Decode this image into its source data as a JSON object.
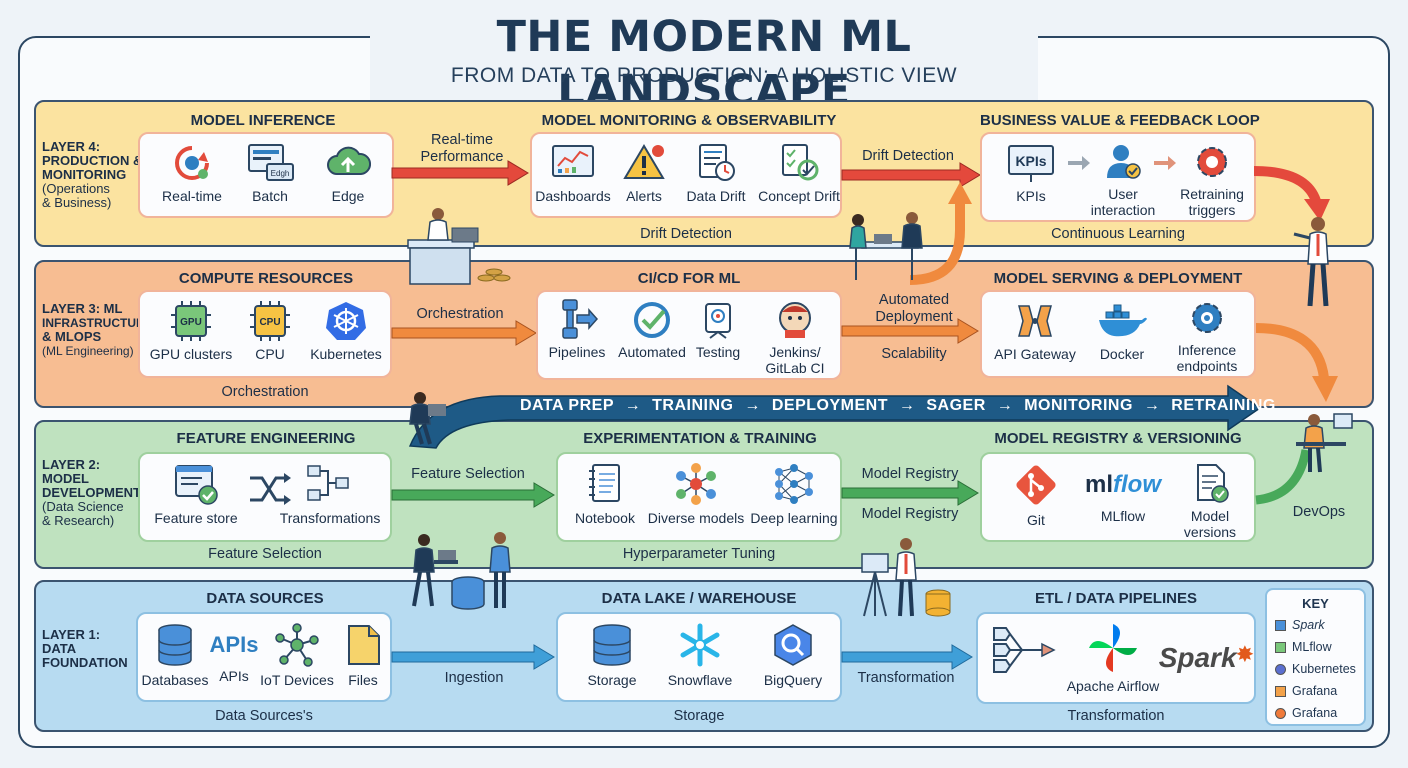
{
  "title": "THE MODERN ML LANDSCAPE",
  "subtitle": "FROM DATA TO PRODUCTION: A HOLISTIC VIEW",
  "layers": {
    "l4": {
      "label": "LAYER 4:",
      "label_lines": [
        "PRODUCTION &",
        "MONITORING"
      ],
      "sub_lines": [
        "(Operations",
        "& Business)"
      ],
      "sections": {
        "inference": {
          "title": "MODEL INFERENCE",
          "items": [
            "Real-time",
            "Batch",
            "Edge"
          ]
        },
        "monitoring": {
          "title": "MODEL MONITORING & OBSERVABILITY",
          "items": [
            "Dashboards",
            "Alerts",
            "Data Drift",
            "Concept Drift"
          ]
        },
        "business": {
          "title": "BUSINESS VALUE & FEEDBACK LOOP",
          "items": [
            "KPIs",
            "User",
            "interaction",
            "Retraining",
            "triggers"
          ],
          "kpi_icon_text": "KPIs"
        }
      },
      "batch_icon_text": "Edgh",
      "arrows": {
        "a1": "Real-time",
        "a1b": "Performance",
        "a2": "Drift Detection"
      },
      "below": {
        "b1": "Drift Detection",
        "b2": "Continuous Learning"
      }
    },
    "l3": {
      "label": "LAYER 3: ML",
      "label_lines": [
        "INFRASTRUCTURE",
        "& MLOPS"
      ],
      "sub_lines": [
        "(ML Engineering)"
      ],
      "sections": {
        "compute": {
          "title": "COMPUTE RESOURCES",
          "items": [
            "GPU clusters",
            "CPU",
            "Kubernetes"
          ],
          "chip1": "GPU",
          "chip2": "CPU"
        },
        "cicd": {
          "title": "CI/CD FOR ML",
          "items": [
            "Pipelines",
            "Automated",
            "Testing",
            "Jenkins/",
            "GitLab CI"
          ]
        },
        "serving": {
          "title": "MODEL SERVING & DEPLOYMENT",
          "items": [
            "API Gateway",
            "Docker",
            "Inference",
            "endpoints"
          ]
        }
      },
      "arrows": {
        "a1": "Orchestration",
        "a2": "Automated",
        "a2b": "Deployment",
        "a3": "Scalability"
      },
      "below": {
        "b1": "Orchestration"
      }
    },
    "l2": {
      "label": "LAYER 2:",
      "label_lines": [
        "MODEL",
        "DEVELOPMENT"
      ],
      "sub_lines": [
        "(Data Science",
        "& Research)"
      ],
      "sections": {
        "feature": {
          "title": "FEATURE ENGINEERING",
          "items": [
            "Feature store",
            "Transformations"
          ]
        },
        "experiment": {
          "title": "EXPERIMENTATION & TRAINING",
          "items": [
            "Notebook",
            "Diverse models",
            "Deep learning"
          ]
        },
        "registry": {
          "title": "MODEL REGISTRY & VERSIONING",
          "items": [
            "Git",
            "MLflow",
            "Model",
            "versions"
          ],
          "logo_ml": "ml",
          "logo_flow": "flow"
        }
      },
      "arrows": {
        "a1": "Feature Selection",
        "a2": "Model Registry",
        "a2b": "Model Registry",
        "a3": "DevOps"
      },
      "below": {
        "b1": "Feature Selection",
        "b2": "Hyperparameter Tuning"
      }
    },
    "l1": {
      "label": "LAYER 1:",
      "label_lines": [
        "DATA",
        "FOUNDATION"
      ],
      "sections": {
        "sources": {
          "title": "DATA SOURCES",
          "items": [
            "Databases",
            "APIs",
            "IoT Devices",
            "Files"
          ],
          "apis_icon_text": "APIs"
        },
        "lake": {
          "title": "DATA LAKE / WAREHOUSE",
          "items": [
            "Storage",
            "Snowflave",
            "BigQuery"
          ]
        },
        "etl": {
          "title": "ETL / DATA PIPELINES",
          "items": [
            "Apache Airflow"
          ],
          "spark_logo": "Spark"
        }
      },
      "arrows": {
        "a1": "Ingestion",
        "a2": "Transformation"
      },
      "below": {
        "b1": "Data Sources's",
        "b2": "Storage",
        "b3": "Transformation"
      }
    }
  },
  "pipeline": {
    "steps": [
      "DATA PREP",
      "→",
      "TRAINING",
      "→",
      "DEPLOYMENT",
      "→",
      "SAGER",
      "→",
      "MONITORING",
      "→",
      "RETRAINING"
    ]
  },
  "key": {
    "title": "KEY",
    "items": [
      {
        "label": "Spark",
        "color": "#4a90d9"
      },
      {
        "label": "MLflow",
        "color": "#7ac77a"
      },
      {
        "label": "Kubernetes",
        "color": "#5b6fd0"
      },
      {
        "label": "Grafana",
        "color": "#f3a24a"
      },
      {
        "label": "Grafana",
        "color": "#f07a3a"
      }
    ]
  },
  "colors": {
    "layer4": "#fbe3a0",
    "layer3": "#f7bd92",
    "layer2": "#bfe2bf",
    "layer1": "#b7dbf1",
    "arrow_red": "#e4493c",
    "arrow_orange": "#f08a3e",
    "arrow_green": "#48a95a",
    "arrow_blue": "#3f9fd8",
    "pipeline": "#1e5a86"
  }
}
